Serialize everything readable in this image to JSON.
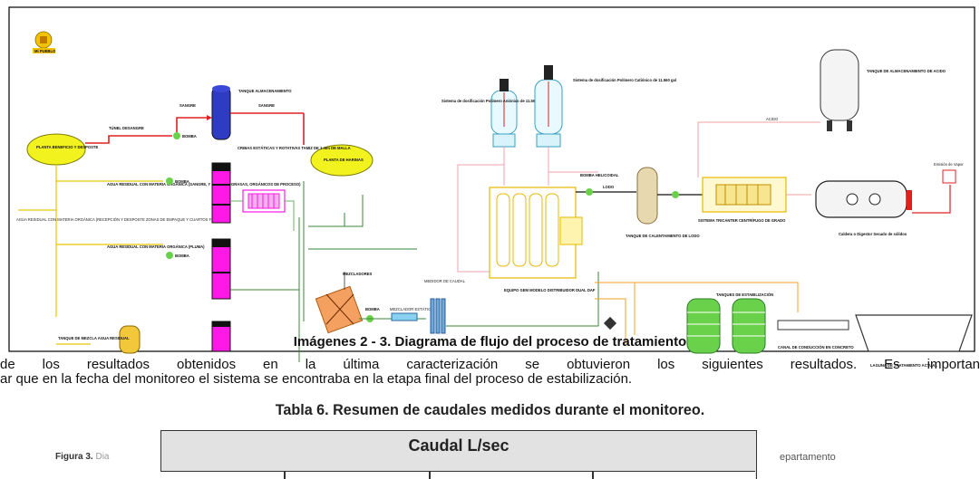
{
  "logo": {
    "text": "Mi PUEBLO"
  },
  "labels": {
    "planta_beneficio": "PLANTA BENEFICIO Y DESPOSTE",
    "tunel_desangre": "TÚNEL DESANGRE",
    "sangre_1": "SANGRE",
    "sangre_2": "SANGRE",
    "bomba_1": "BOMBA",
    "bomba_2": "BOMBA",
    "bomba_3": "BOMBA",
    "bomba_4": "BOMBA",
    "tanque_almac": "TANQUE ALMACENAMIENTO",
    "planta_harinas": "PLANTA DE HARINAS",
    "cribas": "CRIBAS ESTÁTICAS Y ROTATIVAS TAMIZ DE 1 mm DE MALLA",
    "agua_residual_1": "AGUA RESIDUAL CON MATERIA ORGÁNICA (SANGRE, Y SEBOSAS GRASAS, ORGÁNICOS DE PROCESO)",
    "agua_residual_2": "AGUA RESIDUAL CON MATERIA ORGÁNICA (PLUMA)",
    "agua_lavado": "AGUA RESIDUAL CON MATERIA ORGÁNICA (RECEPCIÓN Y DESPOSTE ZONAS DE EMPAQUE Y CUARTOS FRÍOS)",
    "tanque_mezcla": "TANQUE DE MEZCLA AGUA RESIDUAL",
    "dosif_1": "Sistema de dosificación Polímero Aniónico de 11.560 gal",
    "dosif_2": "Sistema de dosificación Polímero Catiónico de 11.560 gal",
    "tanque_acido": "TANQUE DE ALMACENAMIENTO DE ACIDO",
    "acido": "ACIDO",
    "mezcladores": "MEZCLADORES",
    "medicion_estatica": "MEZCLADOR ESTÁTICO",
    "medidor_caudal": "MEDIDOR DE CAUDAL",
    "daf": "EQUIPO GEM MODELO DISTRIBUIDOR DUAL DAF",
    "lodo": "LODO",
    "bomba_helicoidal": "BOMBA HELICOIDAL",
    "tanque_calentamiento": "TANQUE DE CALENTAMIENTO DE LODO",
    "tricanter": "SISTEMA TRICANTER CENTRÍFUGO DE GRADO",
    "caldera": "Caldera o Digestor Secado de sólidos",
    "chimenea": "Emisión de Vapor",
    "canal": "CANAL DE CONDUCCIÓN EN CONCRETO",
    "laguna": "LAGUNA DE TRATAMIENTO ACTUAL",
    "tanques_verdes": "TANQUES DE ESTABILIZACIÓN"
  },
  "caption": "Imágenes 2 - 3. Diagrama de flujo del proceso de tratamiento",
  "paragraph": {
    "line1": "de los resultados obtenidos en la última caracterización se obtuvieron los siguientes resultados. Es importan",
    "line2": "ar que en la fecha del monitoreo el sistema se encontraba en la etapa final del proceso de estabilización."
  },
  "table": {
    "title": "Tabla 6. Resumen de caudales medidos durante el monitoreo.",
    "header": "Caudal L/sec"
  },
  "figure_label": {
    "bold": "Figura 3.",
    "faded": "Dia"
  },
  "right_label": "epartamento"
}
